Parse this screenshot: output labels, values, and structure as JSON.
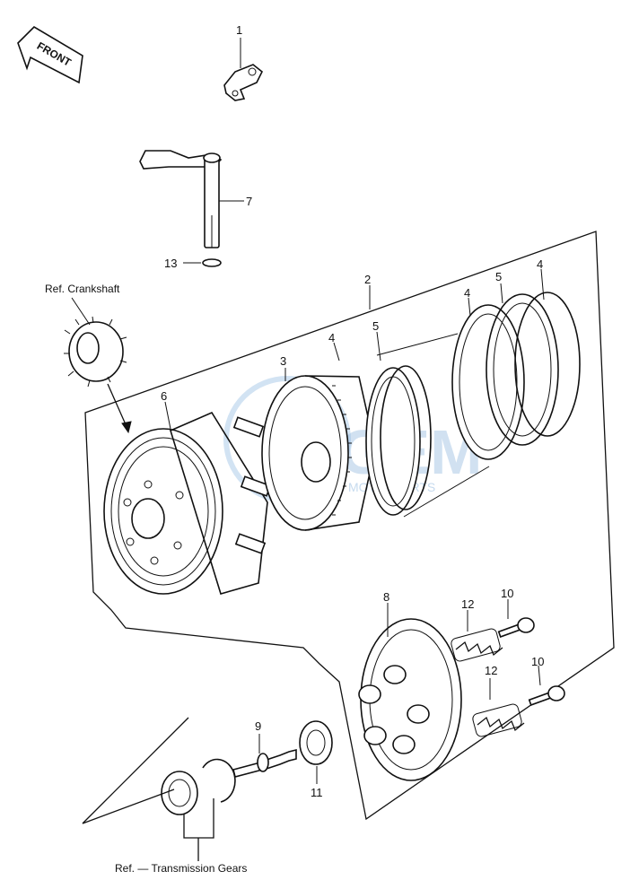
{
  "orientation_badge": {
    "label": "FRONT"
  },
  "references": {
    "crankshaft": "Ref. Crankshaft",
    "transmission": "Ref. — Transmission Gears"
  },
  "callouts": [
    {
      "id": "c1",
      "label": "1"
    },
    {
      "id": "c2",
      "label": "2"
    },
    {
      "id": "c3",
      "label": "3"
    },
    {
      "id": "c4a",
      "label": "4"
    },
    {
      "id": "c4b",
      "label": "4"
    },
    {
      "id": "c4c",
      "label": "4"
    },
    {
      "id": "c5a",
      "label": "5"
    },
    {
      "id": "c5b",
      "label": "5"
    },
    {
      "id": "c6",
      "label": "6"
    },
    {
      "id": "c7",
      "label": "7"
    },
    {
      "id": "c8",
      "label": "8"
    },
    {
      "id": "c9",
      "label": "9"
    },
    {
      "id": "c10a",
      "label": "10"
    },
    {
      "id": "c10b",
      "label": "10"
    },
    {
      "id": "c11",
      "label": "11"
    },
    {
      "id": "c12a",
      "label": "12"
    },
    {
      "id": "c12b",
      "label": "12"
    },
    {
      "id": "c13",
      "label": "13"
    }
  ],
  "watermark": {
    "text": "GEM",
    "subtext": "MOTORPARTS",
    "color": "#7fa9d6"
  }
}
